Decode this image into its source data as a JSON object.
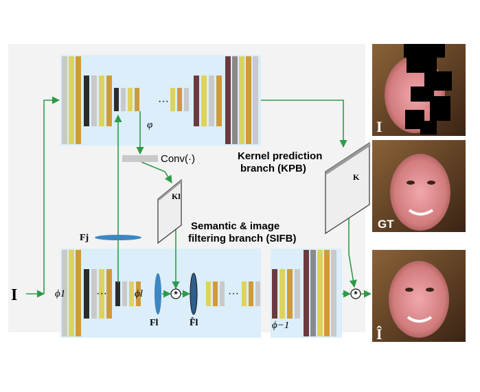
{
  "colors": {
    "panel_bg": "#dbeefa",
    "frame_bg": "#f3f3f3",
    "gray": "#c9c9c9",
    "yellow": "#ddd35a",
    "orange": "#cf9a3a",
    "dark": "#2b2b2b",
    "maroon": "#6a3a3e",
    "mid_gray": "#8a8a8a",
    "arrow_green": "#2e9a49",
    "ellipse_blue": "#3c86c2",
    "kernel_face": "#eeeeee"
  },
  "labels": {
    "input_I": "I",
    "phi_1": "ϕ1",
    "phi_l": "ϕl",
    "phi_inv": "ϕ−1",
    "varphi": "φ",
    "conv": "Conv(·)",
    "K_l": "Kl",
    "K": "K",
    "F_j": "Fj",
    "F_l": "Fl",
    "F_hat_l": "F̂l",
    "ellipsis": "···",
    "star": "*",
    "kpb_line1": "Kernel prediction",
    "kpb_line2": "branch (KPB)",
    "sifb_line1": "Semantic & image",
    "sifb_line2": "filtering branch (SIFB)"
  },
  "images": {
    "masked": {
      "label": "I",
      "icon": "masked-face-photo"
    },
    "gt": {
      "label": "GT",
      "icon": "ground-truth-face-photo"
    },
    "output": {
      "label": "Î",
      "icon": "restored-face-photo"
    }
  }
}
